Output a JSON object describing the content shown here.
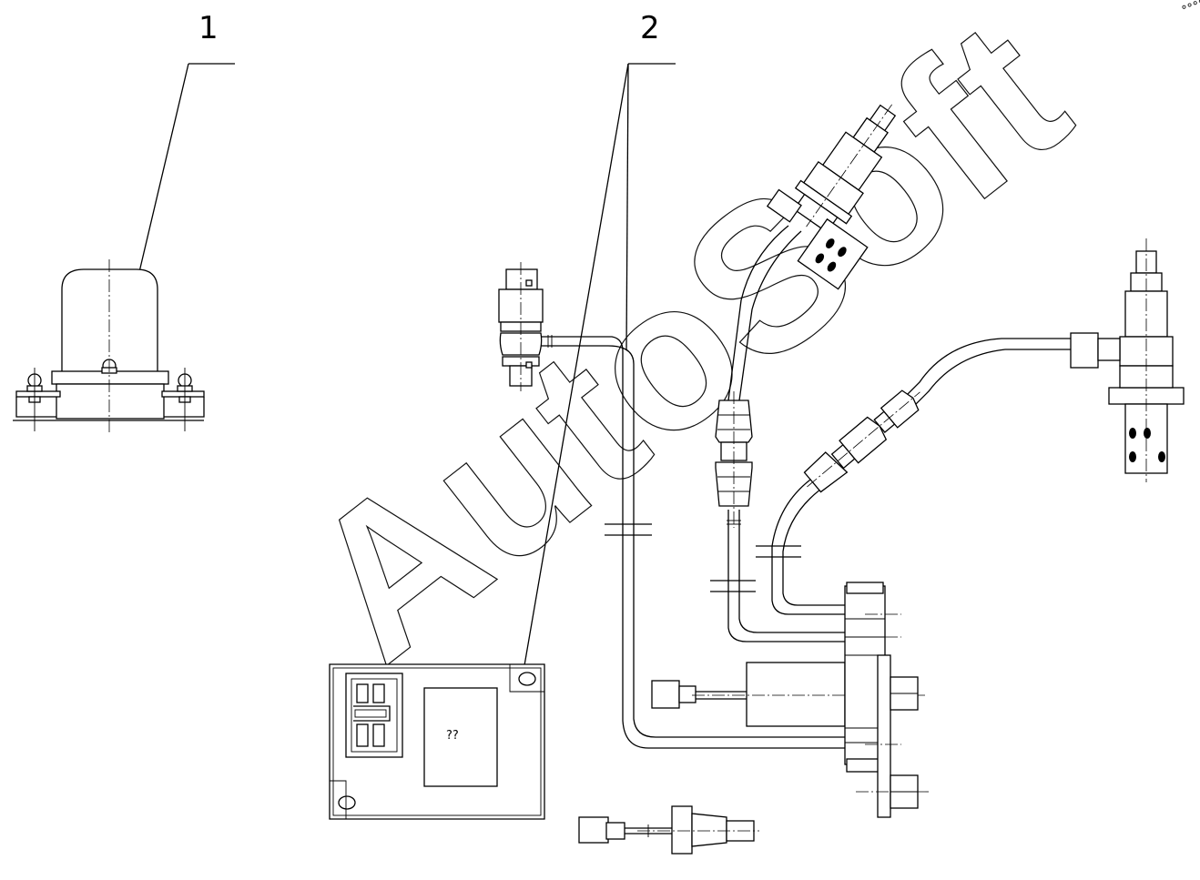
{
  "callouts": [
    {
      "label": "1"
    },
    {
      "label": "2"
    }
  ],
  "module_label": "??",
  "watermark": "AutoSoft",
  "corner_mark": "°°°°",
  "colors": {
    "line": "#000000",
    "background": "#ffffff"
  }
}
